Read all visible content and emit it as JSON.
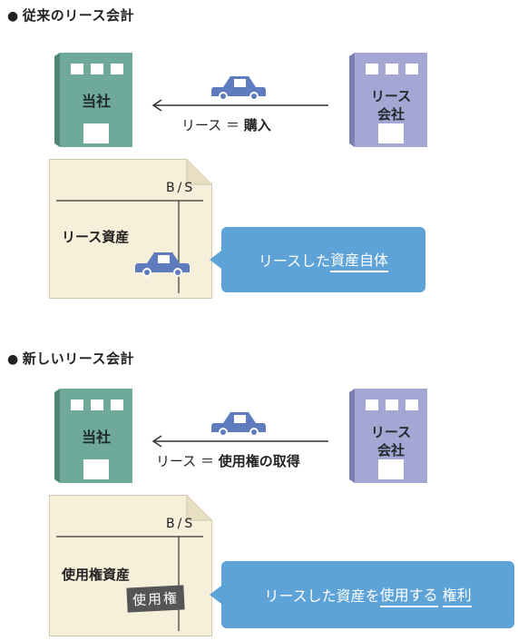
{
  "section1": {
    "heading": "従来のリース会計",
    "left_building": "当社",
    "right_building_line1": "リース",
    "right_building_line2": "会社",
    "arrow_prefix": "リース ＝ ",
    "arrow_bold": "購入",
    "bs_label": "B/S",
    "asset_label": "リース資産",
    "bubble_plain": "リースした",
    "bubble_underlined": "資産自体"
  },
  "section2": {
    "heading": "新しいリース会計",
    "left_building": "当社",
    "right_building_line1": "リース",
    "right_building_line2": "会社",
    "arrow_prefix": "リース ＝ ",
    "arrow_bold": "使用権の取得",
    "bs_label": "B/S",
    "asset_label": "使用権資産",
    "stamp_label": "使用権",
    "bubble_plain1": "リースした資産を",
    "bubble_underlined1": "使用する",
    "bubble_underlined2": "権利"
  },
  "colors": {
    "own_company": "#6fa99a",
    "lease_company": "#a4a6d4",
    "car": "#5e7bbd",
    "bubble": "#5ea3d8",
    "paper": "#f6efd9"
  }
}
